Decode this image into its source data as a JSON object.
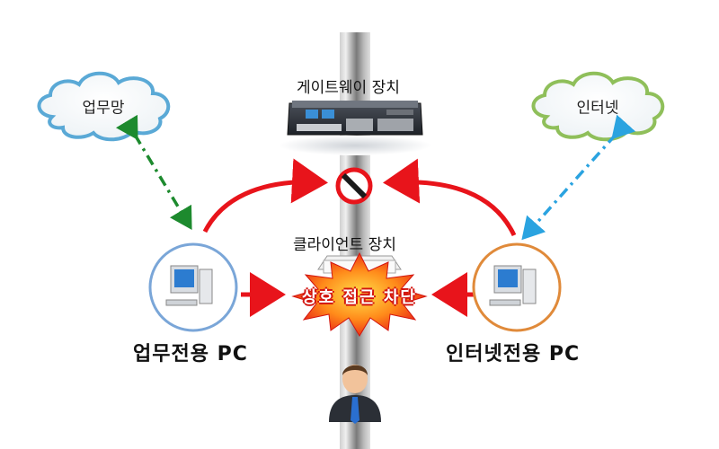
{
  "clouds": {
    "left": "업무망",
    "right": "인터넷"
  },
  "gateway": {
    "label": "게이트웨이 장치"
  },
  "client": {
    "label": "클라이언트 장치"
  },
  "block": {
    "label": "상호 접근 차단"
  },
  "pcs": {
    "left": "업무전용 PC",
    "right": "인터넷전용 PC"
  },
  "colors": {
    "red_arrow": "#e8141b",
    "green_dash": "#1d8a2e",
    "blue_dash": "#2aa3e0",
    "left_ring": "#7aa6d8",
    "right_ring": "#e08a3a",
    "cloud_left": "#5aa9d6",
    "cloud_right": "#8fbf5a"
  }
}
